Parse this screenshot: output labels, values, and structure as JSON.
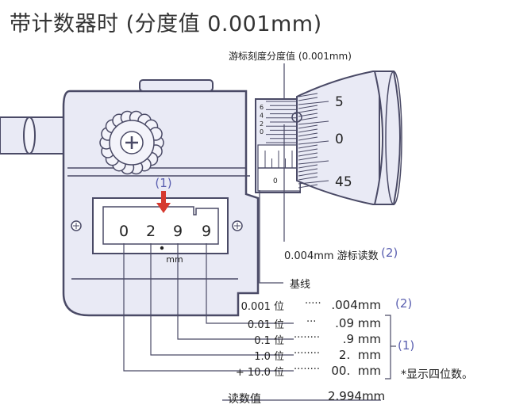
{
  "title": "带计数器时 (分度值 0.001mm)",
  "callouts": {
    "vernier_label": "游标刻度分度值 (0.001mm)",
    "vernier_reading": "0.004mm 游标读数",
    "vernier_reading_ref": "(2)",
    "baseline": "基线",
    "counter_marker": "(1)",
    "counter_unit": "mm"
  },
  "counter_digits": [
    "0",
    "2",
    "9",
    "9"
  ],
  "thimble_numbers": [
    "5",
    "0",
    "45"
  ],
  "vernier_numbers": [
    "6",
    "4",
    "2",
    "0"
  ],
  "sleeve_zero": "0",
  "reading_rows": [
    {
      "place": "0.001 位",
      "dots": "·····",
      "value": ".004mm",
      "ref": "(2)"
    },
    {
      "place": "0.01 位",
      "dots": "···",
      "value": ".09 mm",
      "ref": ""
    },
    {
      "place": "0.1 位",
      "dots": "········",
      "value": ".9 mm",
      "ref": ""
    },
    {
      "place": "1.0 位",
      "dots": "········",
      "value": "2.  mm",
      "ref": ""
    },
    {
      "place": "+ 10.0 位",
      "dots": "········",
      "value": "00.  mm",
      "ref": ""
    }
  ],
  "bracket_ref": "(1)",
  "footnote": "*显示四位数。",
  "total": {
    "label": "读数值",
    "value": "2.994mm"
  },
  "colors": {
    "body": "#e9eaf5",
    "outline": "#4a4a66",
    "accent_blue": "#5a5fb0",
    "arrow_red": "#d63a2f"
  }
}
